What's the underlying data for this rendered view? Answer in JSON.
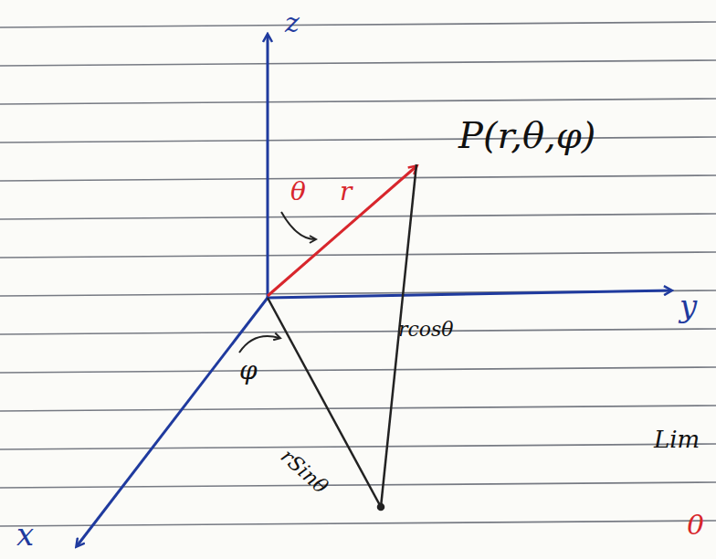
{
  "diagram": {
    "labels": [
      "z",
      "y",
      "x",
      "P(r,θ,φ)",
      "θ",
      "r",
      "rcosθ",
      "rSinθ",
      "φ",
      "Lim",
      "0"
    ]
  }
}
